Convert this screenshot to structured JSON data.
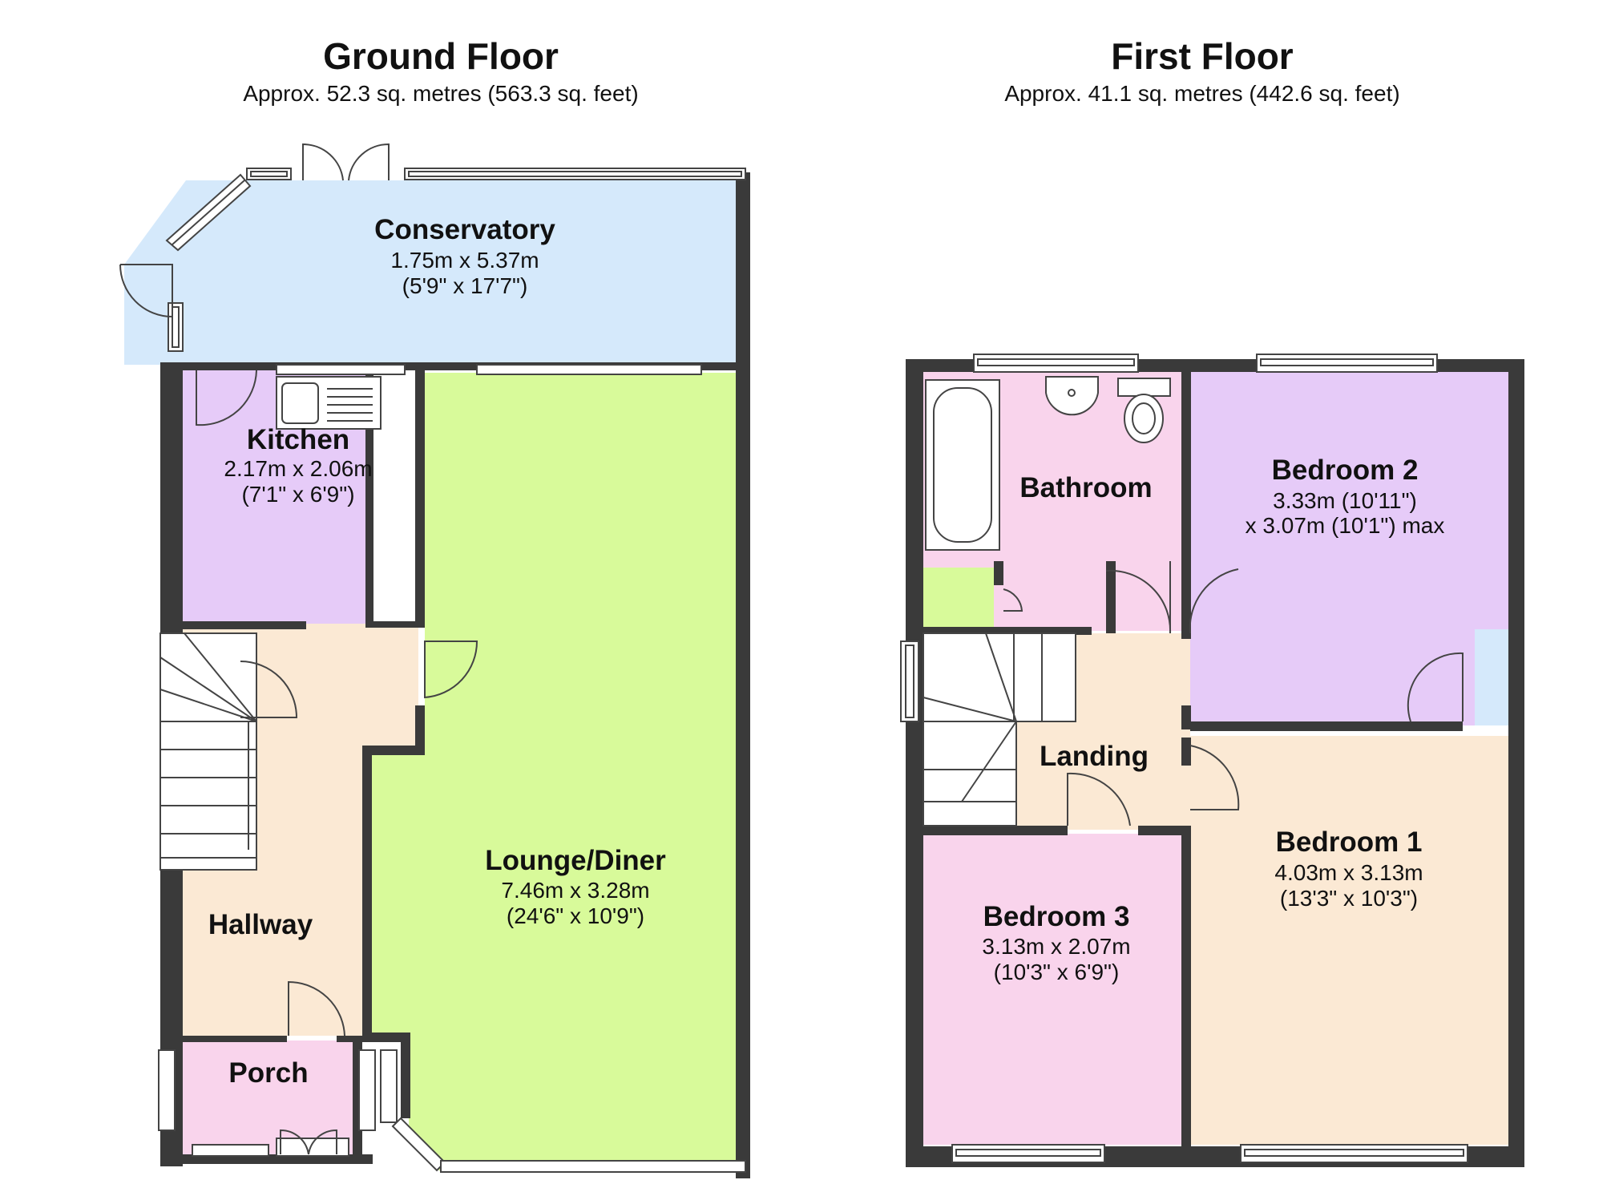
{
  "ground_floor": {
    "title": "Ground Floor",
    "area": "Approx.  52.3 sq. metres (563.3 sq. feet)",
    "rooms": {
      "conservatory": {
        "name": "Conservatory",
        "dim1": "1.75m x 5.37m",
        "dim2": "(5'9\" x 17'7\")"
      },
      "kitchen": {
        "name": "Kitchen",
        "dim1": "2.17m x 2.06m",
        "dim2": "(7'1\" x 6'9\")"
      },
      "lounge": {
        "name": "Lounge/Diner",
        "dim1": "7.46m x 3.28m",
        "dim2": "(24'6\" x 10'9\")"
      },
      "hallway": {
        "name": "Hallway"
      },
      "porch": {
        "name": "Porch"
      }
    }
  },
  "first_floor": {
    "title": "First Floor",
    "area": "Approx.  41.1 sq. metres (442.6 sq. feet)",
    "rooms": {
      "bathroom": {
        "name": "Bathroom"
      },
      "bedroom2": {
        "name": "Bedroom 2",
        "dim1": "3.33m (10'11\")",
        "dim2": "x 3.07m (10'1\") max"
      },
      "landing": {
        "name": "Landing"
      },
      "bedroom1": {
        "name": "Bedroom 1",
        "dim1": "4.03m x 3.13m",
        "dim2": "(13'3\" x 10'3\")"
      },
      "bedroom3": {
        "name": "Bedroom 3",
        "dim1": "3.13m x 2.07m",
        "dim2": "(10'3\" x 6'9\")"
      }
    }
  },
  "colors": {
    "wall": "#3a3a3a",
    "conservatory": "#d5e9fb",
    "kitchen": "#e6cbf8",
    "lounge": "#d8fa9a",
    "hallway": "#fbe9d4",
    "porch": "#f9d4ec",
    "bathroom": "#f9d4ec",
    "bedroom2": "#e6cbf8",
    "landing": "#fbe9d4",
    "bedroom1": "#fbe9d4",
    "bedroom3": "#f9d4ec",
    "cupboard_green": "#d8fa9a",
    "cupboard_blue": "#d5e9fb"
  }
}
